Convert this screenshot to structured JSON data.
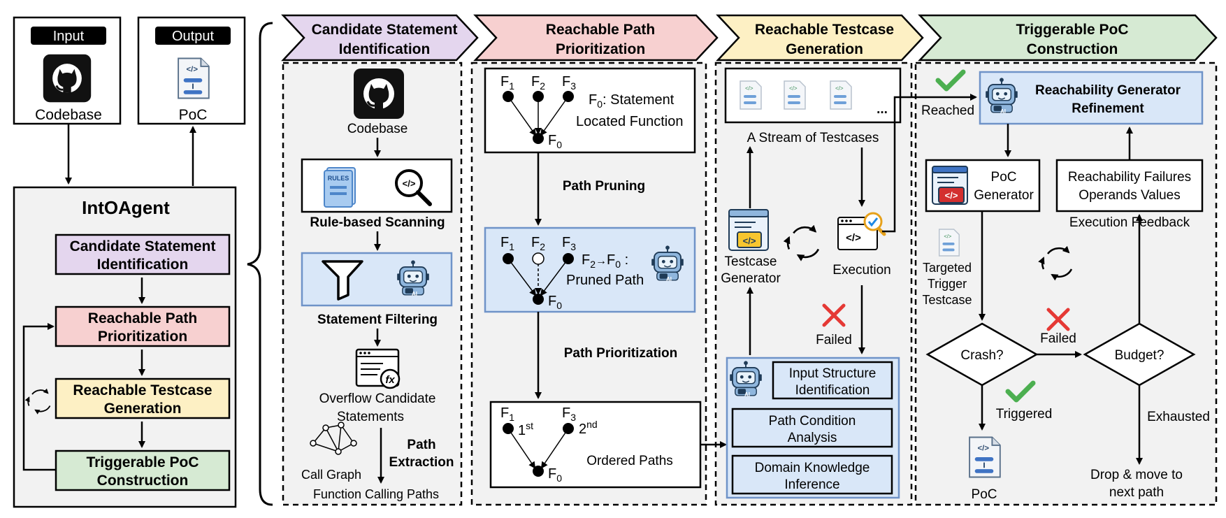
{
  "left": {
    "input_label": "Input",
    "codebase_label": "Codebase",
    "output_label": "Output",
    "poc_label": "PoC",
    "agent_title": "IntOAgent",
    "stages": [
      {
        "line1": "Candidate Statement",
        "line2": "Identification",
        "color": "#e4d6ee"
      },
      {
        "line1": "Reachable Path",
        "line2": "Prioritization",
        "color": "#f7d0d0"
      },
      {
        "line1": "Reachable Testcase",
        "line2": "Generation",
        "color": "#fdf0c4"
      },
      {
        "line1": "Triggerable PoC",
        "line2": "Construction",
        "color": "#d6ead3"
      }
    ]
  },
  "headers": [
    {
      "line1": "Candidate Statement",
      "line2": "Identification",
      "color": "#e4d6ee"
    },
    {
      "line1": "Reachable Path",
      "line2": "Prioritization",
      "color": "#f7d0d0"
    },
    {
      "line1": "Reachable Testcase",
      "line2": "Generation",
      "color": "#fdf0c4"
    },
    {
      "line1": "Triggerable PoC",
      "line2": "Construction",
      "color": "#d6ead3"
    }
  ],
  "panel1": {
    "codebase": "Codebase",
    "scanning": "Rule-based Scanning",
    "rules_tag": "RULES",
    "filtering": "Statement Filtering",
    "overflow1": "Overflow Candidate",
    "overflow2": "Statements",
    "call_graph": "Call Graph",
    "path_extraction1": "Path",
    "path_extraction2": "Extraction",
    "calling_paths": "Function Calling Paths",
    "ai_tag": "AI"
  },
  "panel2": {
    "f_base": "F",
    "sub": [
      "1",
      "2",
      "3",
      "0"
    ],
    "statement_fn1": ": Statement",
    "statement_fn2": "Located Function",
    "pruning": "Path Pruning",
    "pruned_arrow": "→",
    "pruned_colon": " :",
    "pruned_path": "Pruned Path",
    "prioritization": "Path Prioritization",
    "first": "1",
    "first_sup": "st",
    "second": "2",
    "second_sup": "nd",
    "ordered": "Ordered Paths",
    "ai_tag": "AI"
  },
  "panel3": {
    "ellipsis": "...",
    "stream": "A Stream of Testcases",
    "generator1": "Testcase",
    "generator2": "Generator",
    "execution": "Execution",
    "failed": "Failed",
    "input_structure1": "Input Structure",
    "input_structure2": "Identification",
    "path_condition1": "Path Condition",
    "path_condition2": "Analysis",
    "domain1": "Domain Knowledge",
    "domain2": "Inference",
    "ai_tag": "AI"
  },
  "panel4": {
    "reached": "Reached",
    "refine1": "Reachability Generator",
    "refine2": "Refinement",
    "poc_gen1": "PoC",
    "poc_gen2": "Generator",
    "failures1": "Reachability Failures",
    "failures2": "Operands Values",
    "feedback": "Execution Feedback",
    "targeted1": "Targeted",
    "targeted2": "Trigger",
    "targeted3": "Testcase",
    "crash": "Crash?",
    "failed": "Failed",
    "budget": "Budget?",
    "triggered": "Triggered",
    "exhausted": "Exhausted",
    "poc": "PoC",
    "drop1": "Drop & move to",
    "drop2": "next path",
    "ai_tag": "AI"
  },
  "colors": {
    "blue_fill": "#d9e7f8",
    "blue_stroke": "#6f93c8",
    "panel_bg": "#f2f2f2",
    "check_green": "#4caf50",
    "cross_red": "#e53935"
  }
}
